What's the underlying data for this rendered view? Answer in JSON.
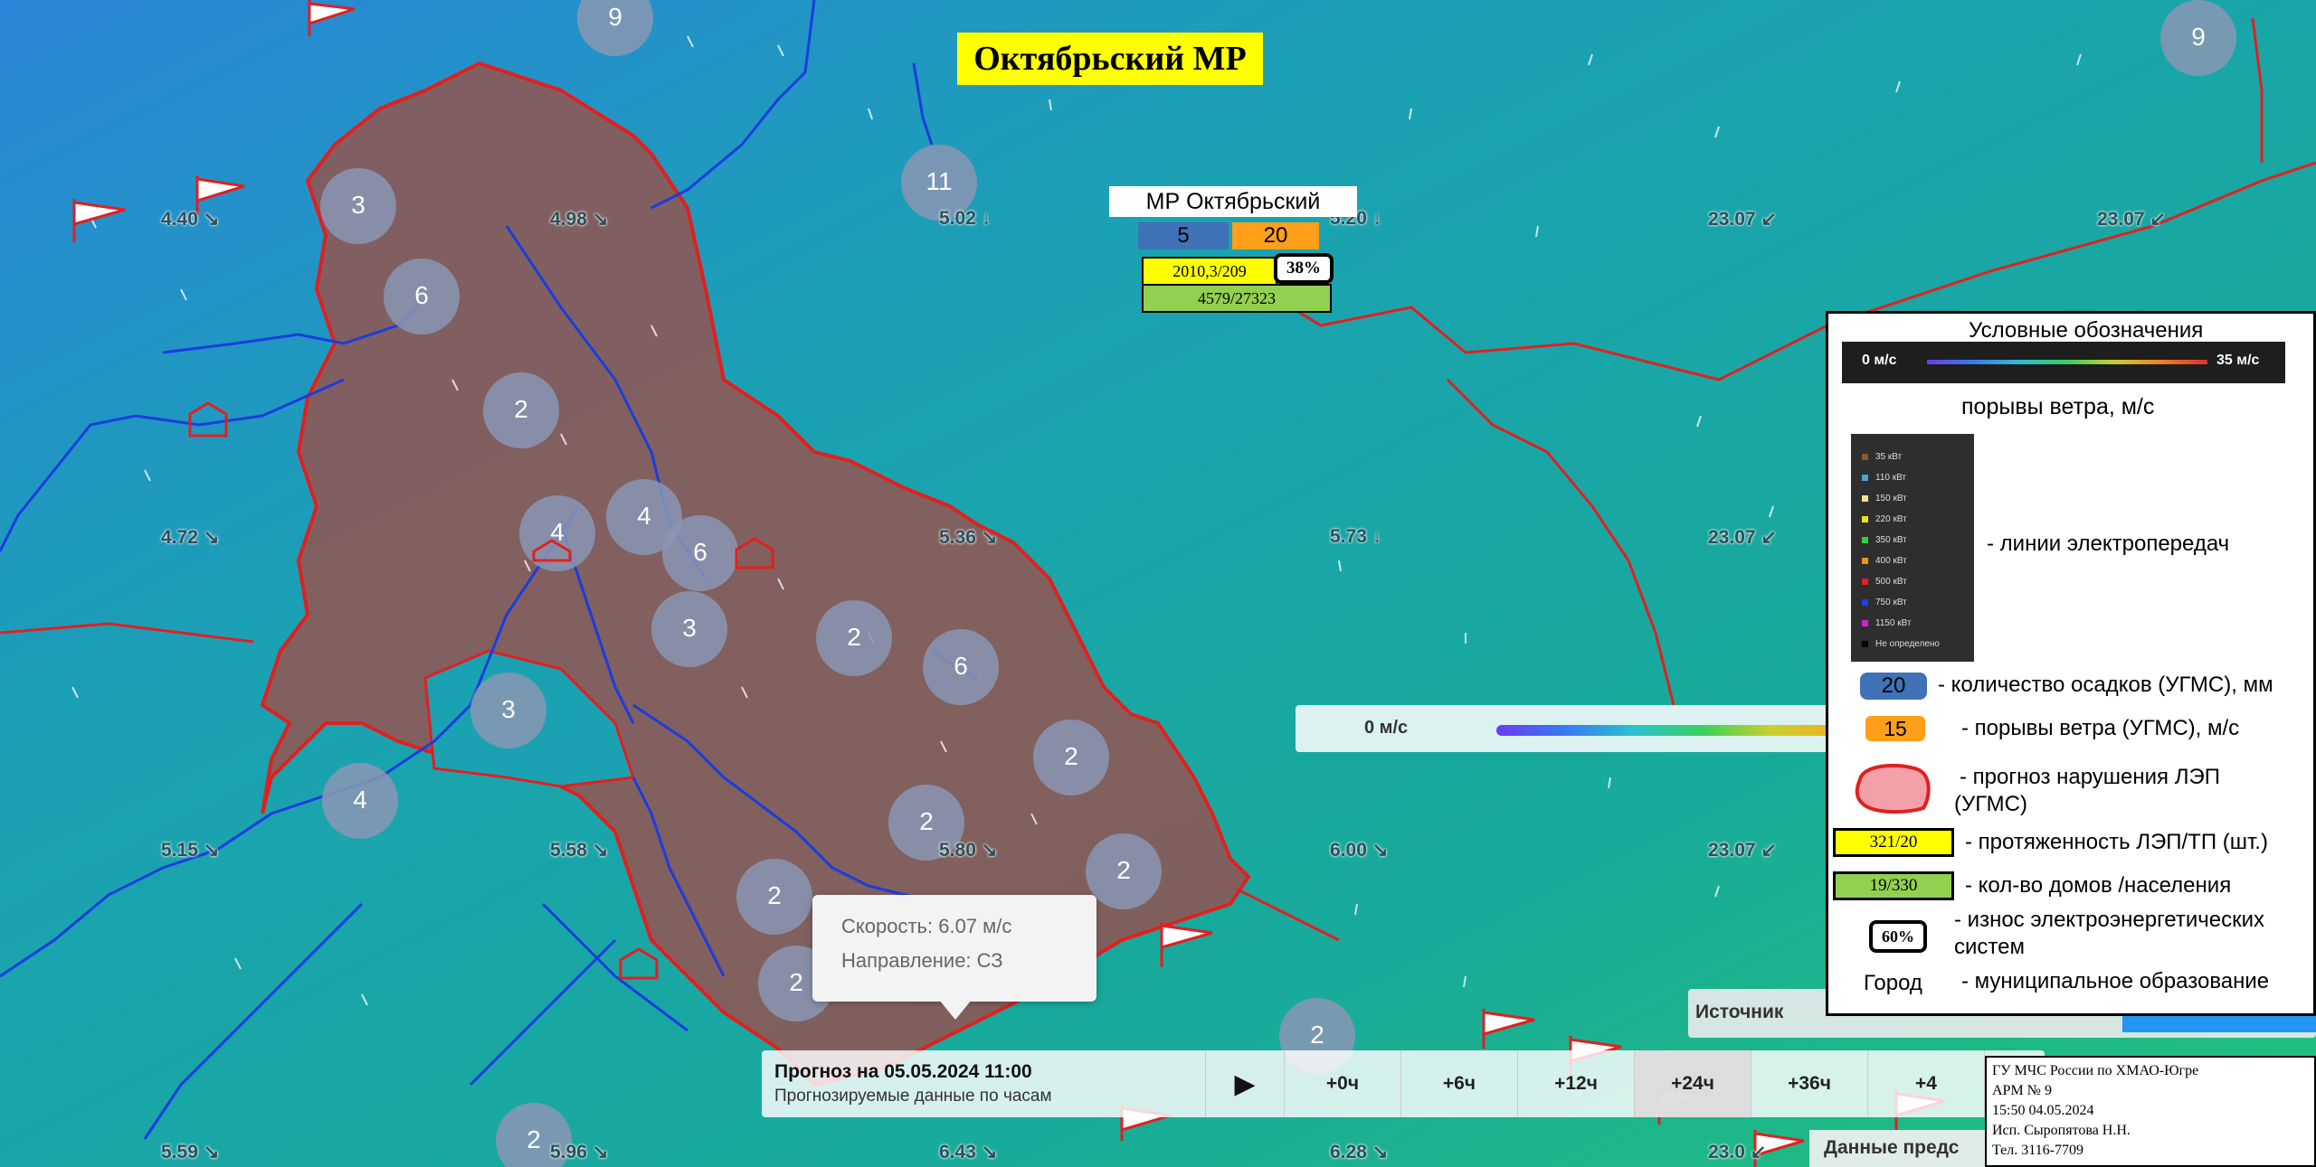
{
  "title": "Октябрьский МР",
  "district_info": {
    "name": "МР  Октябрьский",
    "precipitation": "5",
    "wind_gust": "20",
    "lines_tp": "2010,3/209",
    "wear": "38%",
    "houses_population": "4579/27323"
  },
  "wind_labels": [
    {
      "text": "4.40 ↘"
    },
    {
      "text": "4.98 ↘"
    },
    {
      "text": "5.02 ↓"
    },
    {
      "text": "5.20 ↓"
    },
    {
      "text": "23.07 ↙"
    },
    {
      "text": "23.07 ↙"
    },
    {
      "text": "4.72 ↘"
    },
    {
      "text": "5.36 ↘"
    },
    {
      "text": "5.73 ↓"
    },
    {
      "text": "23.07 ↙"
    },
    {
      "text": "5.15 ↘"
    },
    {
      "text": "5.58 ↘"
    },
    {
      "text": "5.80 ↘"
    },
    {
      "text": "6.00 ↘"
    },
    {
      "text": "23.07 ↙"
    },
    {
      "text": "5.59 ↘"
    },
    {
      "text": "5.96 ↘"
    },
    {
      "text": "6.43 ↘"
    },
    {
      "text": "6.28 ↘"
    },
    {
      "text": "23.0 ↙"
    }
  ],
  "clusters": [
    "9",
    "9",
    "11",
    "3",
    "6",
    "2",
    "4",
    "4",
    "6",
    "3",
    "2",
    "6",
    "3",
    "4",
    "2",
    "2",
    "2",
    "2",
    "2",
    "2",
    "2"
  ],
  "tooltip": {
    "speed": "Скорость: 6.07 м/с",
    "direction": "Направление: СЗ"
  },
  "timeline": {
    "title": "Прогноз на 05.05.2024 11:00",
    "subtitle": "Прогнозируемые данные по часам",
    "steps": [
      "+0ч",
      "+6ч",
      "+12ч",
      "+24ч",
      "+36ч",
      "+4"
    ],
    "active_step": 3
  },
  "wind_scale": {
    "min_label": "0 м/с"
  },
  "source_bar": {
    "label": "Источник"
  },
  "data_bar": {
    "label": "Данные предс"
  },
  "legend": {
    "title": "Условные обозначения",
    "wind_min": "0 м/с",
    "wind_max": "35 м/с",
    "wind_gust_label": "порывы ветра, м/с",
    "voltage": [
      {
        "label": "35 кВт",
        "color": "#8b5a2b"
      },
      {
        "label": "110 кВт",
        "color": "#4aa3df"
      },
      {
        "label": "150 кВт",
        "color": "#f4e08a"
      },
      {
        "label": "220 кВт",
        "color": "#f0e020"
      },
      {
        "label": "350 кВт",
        "color": "#30d040"
      },
      {
        "label": "400 кВт",
        "color": "#f09020"
      },
      {
        "label": "500 кВт",
        "color": "#e02020"
      },
      {
        "label": "750 кВт",
        "color": "#2040e0"
      },
      {
        "label": "1150 кВт",
        "color": "#d020d0"
      },
      {
        "label": "Не определено",
        "color": "#000000"
      }
    ],
    "power_lines": "- линии электропередач",
    "precipitation_sample": "20",
    "precipitation": "- количество осадков (УГМС), мм",
    "gust_sample": "15",
    "gust": "- порывы ветра (УГМС), м/с",
    "outage_1": "- прогноз нарушения ЛЭП",
    "outage_2": "(УГМС)",
    "lines_sample": "321/20",
    "lines": "- протяженность ЛЭП/ТП (шт.)",
    "houses_sample": "19/330",
    "houses": "- кол-во домов /населения",
    "wear_sample": "60%",
    "wear_1": "- износ электроэнергетических",
    "wear_2": "систем",
    "city_word": "Город",
    "municipality": "- муниципальное образование"
  },
  "footer": {
    "line1": "ГУ МЧС России по ХМАО-Югре",
    "line2": "АРМ № 9",
    "line3": "15:50 04.05.2024",
    "line4": "Исп. Сыропятова Н.Н.",
    "line5": "Тел. 3116-7709"
  },
  "colors": {
    "district_fill": "#8a5a58",
    "district_border": "#e02020",
    "power_line": "#1a3ce0",
    "cluster": "#8a96b4"
  }
}
